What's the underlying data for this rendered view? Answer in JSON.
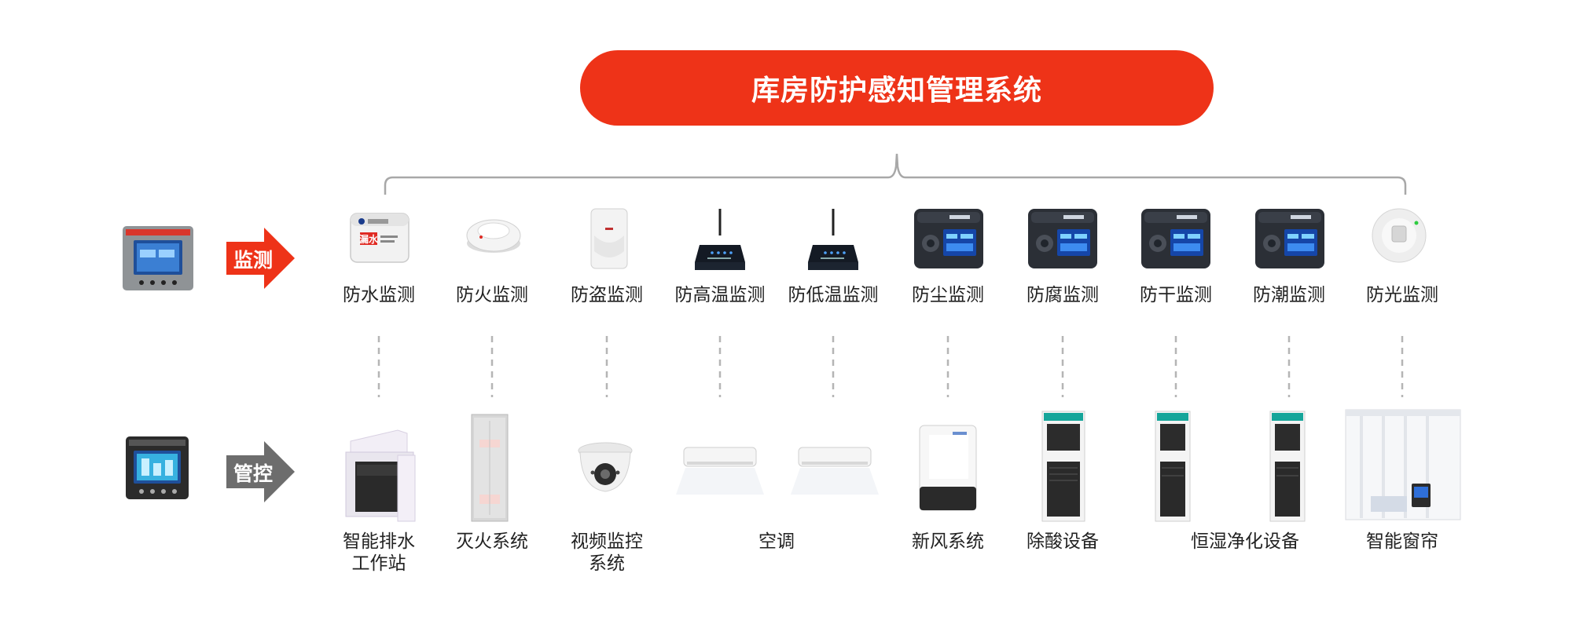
{
  "title": "库房防护感知管理系统",
  "colors": {
    "accent": "#ee3318",
    "control_arrow": "#6d6d6d",
    "bracket": "#a8a8a8"
  },
  "rows": {
    "monitor": {
      "label": "监测",
      "controller_icon": "control-panel-icon"
    },
    "control": {
      "label": "管控",
      "controller_icon": "control-panel-icon"
    }
  },
  "device_text": {
    "water_sensor_text": "漏水"
  },
  "monitoring": [
    {
      "label": "防水监测",
      "icon": "water-leak-sensor-icon"
    },
    {
      "label": "防火监测",
      "icon": "smoke-detector-icon"
    },
    {
      "label": "防盗监测",
      "icon": "infrared-detector-icon"
    },
    {
      "label": "防高温监测",
      "icon": "wireless-temperature-sensor-icon"
    },
    {
      "label": "防低温监测",
      "icon": "wireless-temperature-sensor-icon"
    },
    {
      "label": "防尘监测",
      "icon": "environment-monitor-icon"
    },
    {
      "label": "防腐监测",
      "icon": "environment-monitor-icon"
    },
    {
      "label": "防干监测",
      "icon": "environment-monitor-icon"
    },
    {
      "label": "防潮监测",
      "icon": "environment-monitor-icon"
    },
    {
      "label": "防光监测",
      "icon": "light-sensor-icon"
    }
  ],
  "control": [
    {
      "label_line1": "智能排水",
      "label_line2": "工作站",
      "icon": "drainage-station-icon"
    },
    {
      "label_line1": "灭火系统",
      "label_line2": "",
      "icon": "fire-extinguishing-cabinet-icon"
    },
    {
      "label_line1": "视频监控",
      "label_line2": "系统",
      "icon": "dome-camera-icon"
    },
    {
      "label_line1": "空调",
      "label_line2": "",
      "icon": "air-conditioner-icon"
    },
    {
      "label_line1": "新风系统",
      "label_line2": "",
      "icon": "fresh-air-unit-icon"
    },
    {
      "label_line1": "除酸设备",
      "label_line2": "",
      "icon": "deacidification-unit-icon"
    },
    {
      "label_line1": "恒湿净化设备",
      "label_line2": "",
      "icon": "humidity-purifier-icon"
    },
    {
      "label_line1": "智能窗帘",
      "label_line2": "",
      "icon": "smart-curtain-icon"
    }
  ]
}
